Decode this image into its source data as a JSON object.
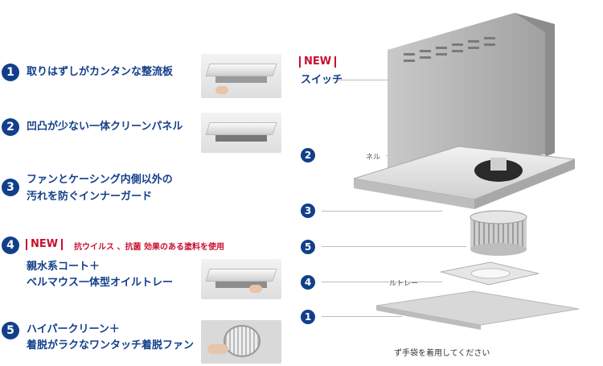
{
  "features": [
    {
      "num": "1",
      "lines": [
        "取りはずしがカンタンな整流板"
      ]
    },
    {
      "num": "2",
      "lines": [
        "凹凸が少ない一体クリーンパネル"
      ]
    },
    {
      "num": "3",
      "lines": [
        "ファンとケーシング内側以外の",
        "汚れを防ぐインナーガード"
      ]
    },
    {
      "num": "4",
      "new": "NEW",
      "note": "抗ウイルス 、抗菌 効果のある塗料を使用",
      "lines": [
        "親水系コート＋",
        "ベルマウス一体型オイルトレー"
      ]
    },
    {
      "num": "5",
      "lines": [
        "ハイパークリーン＋",
        "着脱がラクなワンタッチ着脱ファン"
      ]
    }
  ],
  "right": {
    "new_label": "NEW",
    "switch_label": "スイッチ",
    "callouts": [
      {
        "num": "2",
        "label": "ネル"
      },
      {
        "num": "3",
        "label": ""
      },
      {
        "num": "5",
        "label": ""
      },
      {
        "num": "4",
        "label": "ルトレー"
      },
      {
        "num": "1",
        "label": ""
      }
    ],
    "footnote": "ず手袋を着用してください"
  },
  "colors": {
    "navy": "#123f8a",
    "red": "#c8102e"
  }
}
